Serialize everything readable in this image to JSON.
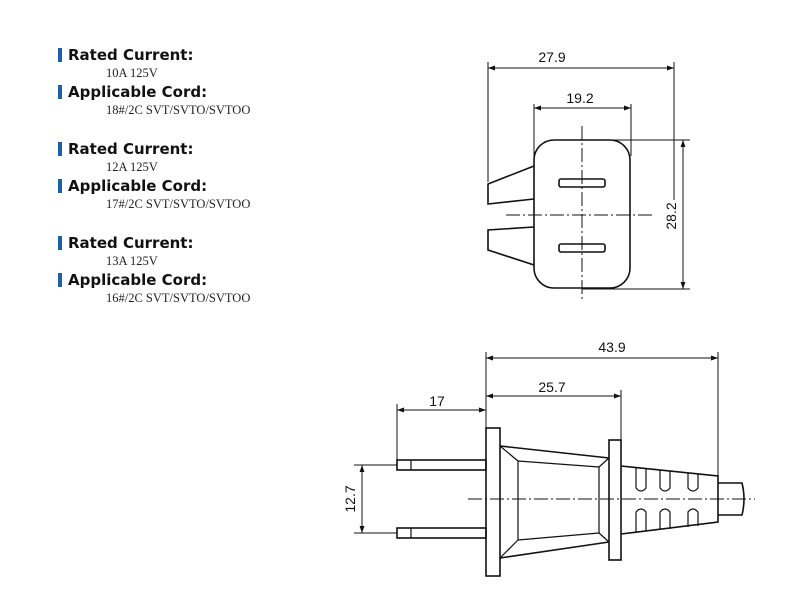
{
  "specs": [
    {
      "current_label": "Rated Current",
      "current_value": "10A  125V",
      "cord_label": "Applicable Cord",
      "cord_value": "18#/2C SVT/SVTO/SVTOO"
    },
    {
      "current_label": "Rated Current",
      "current_value": "12A  125V",
      "cord_label": "Applicable Cord",
      "cord_value": "17#/2C SVT/SVTO/SVTOO"
    },
    {
      "current_label": "Rated Current",
      "current_value": "13A  125V",
      "cord_label": "Applicable Cord",
      "cord_value": "16#/2C SVT/SVTO/SVTOO"
    }
  ],
  "separator": ":",
  "accent_color": "#1f5fa8",
  "front_view": {
    "overall_width": "27.9",
    "body_width": "19.2",
    "height": "28.2"
  },
  "side_view": {
    "overall_length": "43.9",
    "prong_length": "17",
    "body_length": "25.7",
    "prong_spacing": "12.7"
  }
}
